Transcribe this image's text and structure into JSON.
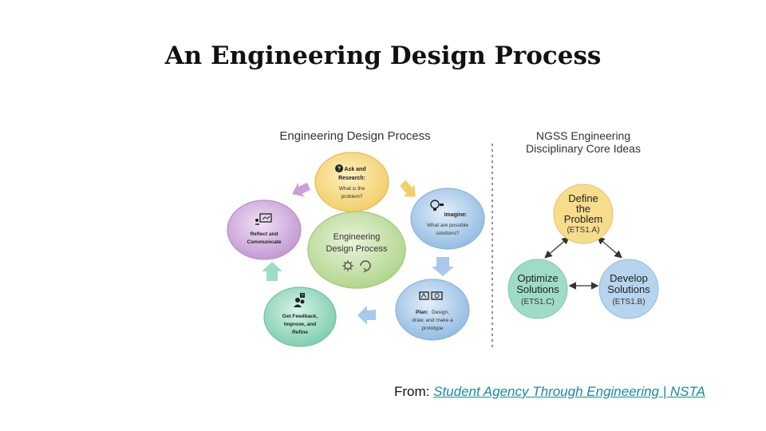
{
  "slide": {
    "title": "An Engineering Design Process"
  },
  "left_diagram": {
    "heading": "Engineering Design Process",
    "center": {
      "line1": "Engineering",
      "line2": "Design Process"
    },
    "steps": [
      {
        "id": "ask",
        "icon": "question-icon",
        "lines": [
          "Ask and",
          "Research:"
        ],
        "sub": [
          "What is the",
          "problem?"
        ],
        "color": "#f7dc8c"
      },
      {
        "id": "imagine",
        "icon": "lightbulb-icon",
        "lines": [
          "Imagine:"
        ],
        "sub": [
          "What are possible",
          "solutions?"
        ],
        "color": "#b7d4ee"
      },
      {
        "id": "plan",
        "icon": "blueprint-icon",
        "lines": [
          "Plan:",
          "Design,"
        ],
        "sub": [
          "draw, and make a",
          "prototype"
        ],
        "color": "#b7d4ee"
      },
      {
        "id": "feedback",
        "icon": "people-icon",
        "lines": [
          "Get Feedback,",
          "Improve, and",
          "Refine"
        ],
        "sub": [],
        "color": "#9fdcc6"
      },
      {
        "id": "reflect",
        "icon": "presentation-icon",
        "lines": [
          "Reflect and",
          "Communicate"
        ],
        "sub": [],
        "color": "#d6b4e0"
      }
    ],
    "center_color": "#c8e3a8"
  },
  "right_diagram": {
    "heading_line1": "NGSS Engineering",
    "heading_line2": "Disciplinary Core Ideas",
    "nodes": [
      {
        "id": "define",
        "lines": [
          "Define",
          "the",
          "Problem"
        ],
        "code": "(ETS1.A)",
        "color": "#f7dc8c"
      },
      {
        "id": "optimize",
        "lines": [
          "Optimize",
          "Solutions"
        ],
        "code": "(ETS1.C)",
        "color": "#9fdcc6"
      },
      {
        "id": "develop",
        "lines": [
          "Develop",
          "Solutions"
        ],
        "code": "(ETS1.B)",
        "color": "#b7d4ee"
      }
    ]
  },
  "footer": {
    "prefix": "From: ",
    "link_text": "Student Agency Through Engineering | NSTA"
  }
}
